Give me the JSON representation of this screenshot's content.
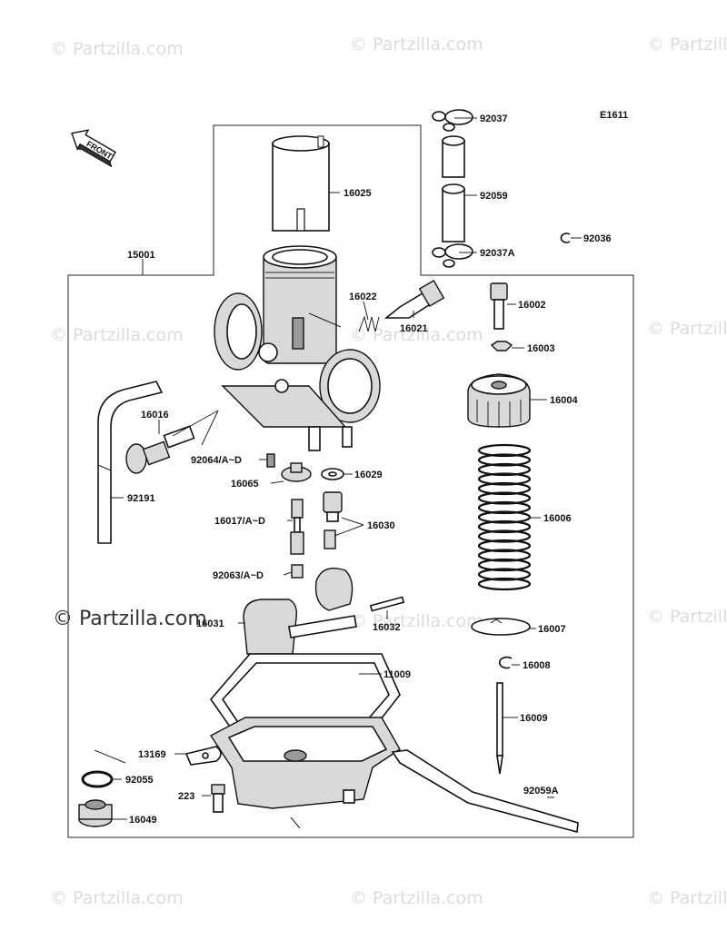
{
  "diagram_code": "E1611",
  "front_label": "FRONT",
  "watermark": "© Partzilla.com",
  "watermark_prominent": "© Partzilla.com",
  "parts": {
    "p92037": "92037",
    "p92059": "92059",
    "p92037A": "92037A",
    "p92036": "92036",
    "p16025": "16025",
    "p15001": "15001",
    "p16022": "16022",
    "p16021": "16021",
    "p16002": "16002",
    "p16003": "16003",
    "p16004": "16004",
    "p16016": "16016",
    "p92064": "92064/A~D",
    "p16065": "16065",
    "p16029": "16029",
    "p92191": "92191",
    "p16017": "16017/A~D",
    "p16030": "16030",
    "p16006": "16006",
    "p92063": "92063/A~D",
    "p16031": "16031",
    "p16032": "16032",
    "p16007": "16007",
    "p11009": "11009",
    "p16008": "16008",
    "p16009": "16009",
    "p13169": "13169",
    "p92055": "92055",
    "p223": "223",
    "p92059A": "92059A",
    "p16049": "16049"
  }
}
